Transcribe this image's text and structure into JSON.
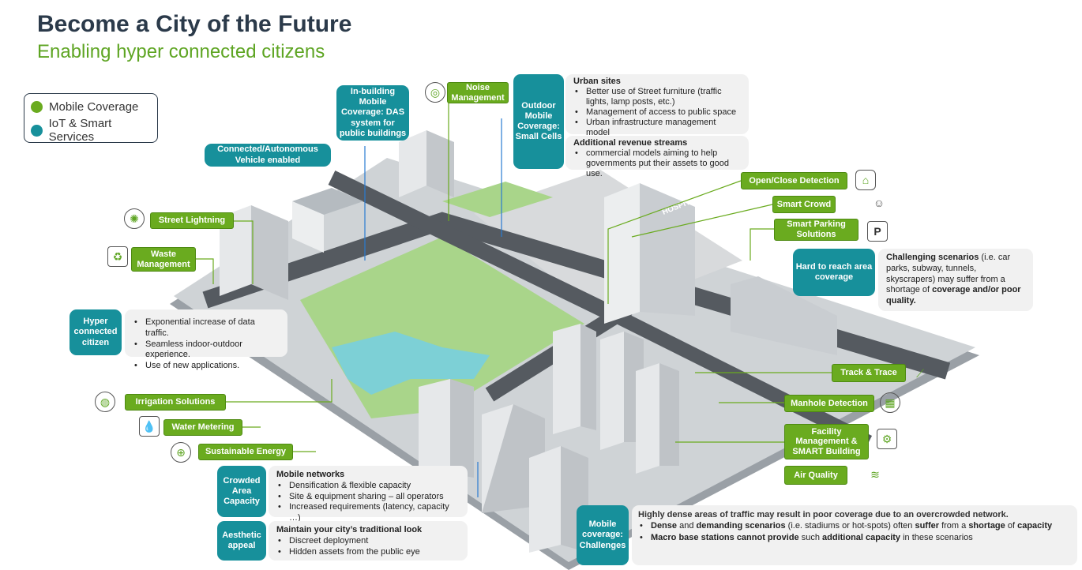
{
  "header": {
    "title": "Become a City of the Future",
    "subtitle": "Enabling hyper connected citizens"
  },
  "legend": [
    {
      "label": "Mobile Coverage",
      "color": "#6aab1f"
    },
    {
      "label": "IoT & Smart Services",
      "color": "#17909b"
    }
  ],
  "labels": {
    "noise": "Noise Management",
    "inbuilding": "In-building Mobile Coverage: DAS system for public buildings",
    "connected": "Connected/Autonomous Vehicle enabled",
    "outdoor": "Outdoor Mobile Coverage: Small Cells",
    "openclose": "Open/Close Detection",
    "crowd": "Smart Crowd",
    "parking": "Smart Parking Solutions",
    "hard": "Hard to reach area coverage",
    "street": "Street Lightning",
    "waste": "Waste Management",
    "hyper": "Hyper connected citizen",
    "irrigation": "Irrigation Solutions",
    "water": "Water Metering",
    "energy": "Sustainable Energy",
    "crowded": "Crowded Area Capacity",
    "aesthetic": "Aesthetic appeal",
    "challenges": "Mobile coverage: Challenges",
    "track": "Track & Trace",
    "manhole": "Manhole Detection",
    "facility": "Facility Management & SMART Building",
    "air": "Air Quality"
  },
  "outdoor_panel": {
    "h1": "Urban sites",
    "b1": [
      "Better use of Street furniture (traffic lights, lamp posts, etc.)",
      "Management of access to public space",
      "Urban infrastructure management model"
    ],
    "h2": "Additional revenue streams",
    "b2": [
      "commercial models aiming to help governments put their assets to good use."
    ]
  },
  "hard_panel": {
    "bold1": "Challenging scenarios",
    "t1": " (i.e. car parks, subway, tunnels, skyscrapers) may suffer from a shortage of ",
    "bold2": "coverage and/or poor quality."
  },
  "hyper_panel": [
    "Exponential increase of data traffic.",
    "Seamless indoor-outdoor experience.",
    "Use of new applications."
  ],
  "crowded_panel": {
    "h": "Mobile networks",
    "b": [
      "Densification & flexible capacity",
      "Site & equipment sharing – all operators",
      "Increased requirements (latency, capacity …)"
    ]
  },
  "aesthetic_panel": {
    "h": "Maintain your city’s traditional look",
    "b": [
      "Discreet deployment",
      "Hidden assets from the public eye"
    ]
  },
  "challenges_panel": {
    "intro": "Highly dense areas of traffic may result in  poor coverage due to an overcrowded network.",
    "l1": {
      "a": "Dense",
      "b": " and ",
      "c": "demanding scenarios",
      "d": " (i.e. stadiums or hot-spots) often ",
      "e": "suffer",
      "f": " from a ",
      "g": "shortage",
      "h": " of ",
      "i": "capacity"
    },
    "l2": {
      "a": "Macro base stations cannot provide",
      "b": " such ",
      "c": "additional capacity",
      "d": " in these scenarios"
    }
  },
  "hospital_sign": "HOSPITAL"
}
